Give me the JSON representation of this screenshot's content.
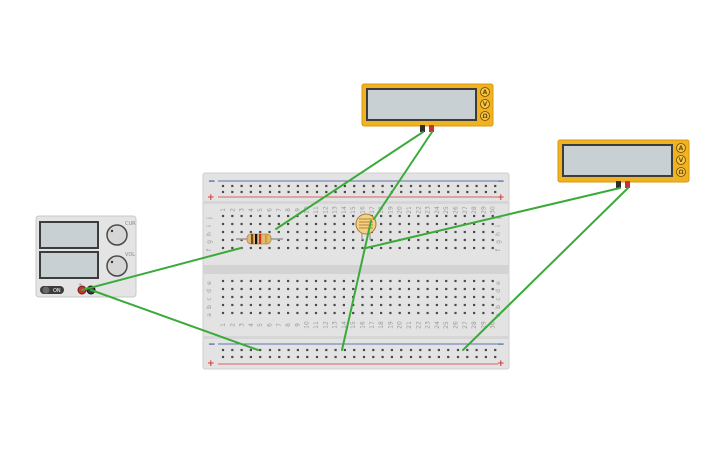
{
  "breadboard": {
    "columns": 30,
    "rows_top": [
      "j",
      "i",
      "h",
      "g",
      "f"
    ],
    "rows_bottom": [
      "e",
      "d",
      "c",
      "b",
      "a"
    ],
    "rail_plus": "+",
    "rail_minus": "−"
  },
  "multimeters": [
    {
      "name": "multimeter-top",
      "buttons": [
        "A",
        "V",
        "Ω"
      ]
    },
    {
      "name": "multimeter-right",
      "buttons": [
        "A",
        "V",
        "Ω"
      ]
    }
  ],
  "power_supply": {
    "knob_labels": [
      "CUR",
      "VOL"
    ],
    "switch_label": "ON",
    "terminal_label": "+"
  },
  "colors": {
    "wire": "#3aaa3a",
    "multimeter_body": "#f0b21f",
    "multimeter_screen": "#c8d0d4",
    "breadboard": "#e3e3e3",
    "rail_red": "#d43c3c",
    "rail_blue": "#2f4f9a"
  }
}
